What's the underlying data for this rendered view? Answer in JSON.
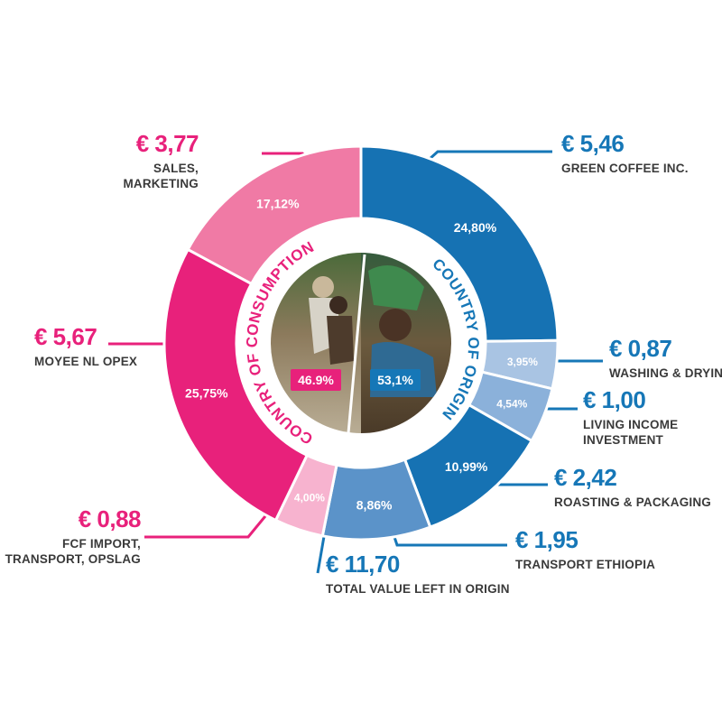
{
  "chart_data": {
    "type": "pie",
    "center_labels": {
      "left_arc": "COUNTRY OF CONSUMPTION",
      "right_arc": "COUNTRY OF ORIGIN",
      "left_badge": "46.9%",
      "right_badge": "53,1%"
    },
    "slices": [
      {
        "amount": "€ 5,46",
        "label": "GREEN COFFEE INC.",
        "pct_text": "24,80%",
        "value": 24.8,
        "color": "#1672b3"
      },
      {
        "amount": "€ 0,87",
        "label": "WASHING & DRYING",
        "pct_text": "3,95%",
        "value": 3.95,
        "color": "#a9c4e3"
      },
      {
        "amount": "€ 1,00",
        "label": "LIVING INCOME INVESTMENT",
        "pct_text": "4,54%",
        "value": 4.54,
        "color": "#8bb1da"
      },
      {
        "amount": "€ 2,42",
        "label": "ROASTING & PACKAGING",
        "pct_text": "10,99%",
        "value": 10.99,
        "color": "#1672b3"
      },
      {
        "amount": "€ 1,95",
        "label": "TRANSPORT ETHIOPIA",
        "pct_text": "8,86%",
        "value": 8.86,
        "color": "#5b93c9"
      },
      {
        "amount": "€ 0,88",
        "label": "FCF IMPORT, TRANSPORT, OPSLAG",
        "pct_text": "4,00%",
        "value": 4.0,
        "color": "#f7b3cf"
      },
      {
        "amount": "€ 5,67",
        "label": "MOYEE NL OPEX",
        "pct_text": "25,75%",
        "value": 25.75,
        "color": "#e8217b"
      },
      {
        "amount": "€ 3,77",
        "label": "SALES, MARKETING",
        "pct_text": "17,12%",
        "value": 17.12,
        "color": "#f07aa5"
      }
    ],
    "total_origin": {
      "amount": "€ 11,70",
      "label": "TOTAL VALUE LEFT IN ORIGIN"
    }
  },
  "colors": {
    "pink": "#e8217b",
    "blue": "#1677b7",
    "dark_text": "#3a3a3a"
  },
  "labels": {
    "sales_amount": "€ 3,77",
    "sales_line1": "SALES,",
    "sales_line2": "MARKETING",
    "green_amount": "€ 5,46",
    "green_line1": "GREEN COFFEE INC.",
    "opex_amount": "€ 5,67",
    "opex_line1": "MOYEE NL OPEX",
    "washing_amount": "€ 0,87",
    "washing_line1": "WASHING & DRYING",
    "living_amount": "€ 1,00",
    "living_line1": "LIVING INCOME",
    "living_line2": "INVESTMENT",
    "roasting_amount": "€ 2,42",
    "roasting_line1": "ROASTING & PACKAGING",
    "fcf_amount": "€ 0,88",
    "fcf_line1": "FCF IMPORT,",
    "fcf_line2": "TRANSPORT, OPSLAG",
    "transport_amount": "€ 1,95",
    "transport_line1": "TRANSPORT ETHIOPIA",
    "total_amount": "€ 11,70",
    "total_line1": "TOTAL VALUE LEFT IN ORIGIN"
  }
}
